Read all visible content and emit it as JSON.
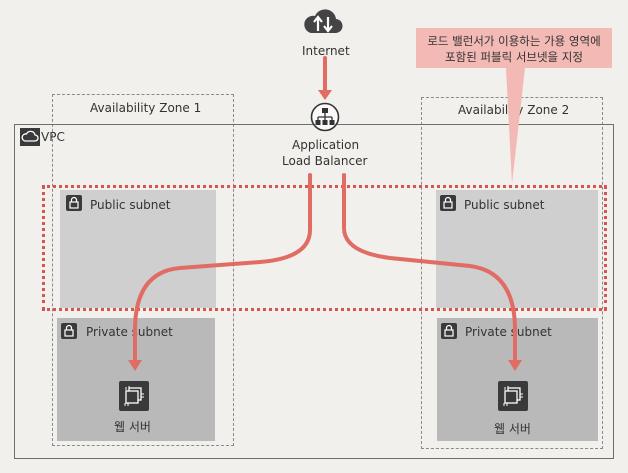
{
  "internet": {
    "label": "Internet"
  },
  "callout": {
    "line1": "로드 밸런서가 이용하는 가용 영역에",
    "line2": "포함된 퍼블릭 서브넷을 지정"
  },
  "az1": {
    "label": "Availability Zone 1"
  },
  "az2": {
    "label": "Availability Zone 2"
  },
  "vpc": {
    "label": "VPC"
  },
  "alb": {
    "line1": "Application",
    "line2": "Load Balancer"
  },
  "left": {
    "public_subnet": "Public subnet",
    "private_subnet": "Private subnet",
    "server": "웹 서버"
  },
  "right": {
    "public_subnet": "Public subnet",
    "private_subnet": "Private subnet",
    "server": "웹 서버"
  },
  "colors": {
    "arrow": "#e06c63",
    "highlight": "#d9534f",
    "callout": "#f3b9b4",
    "icon": "#3a3a3a"
  }
}
